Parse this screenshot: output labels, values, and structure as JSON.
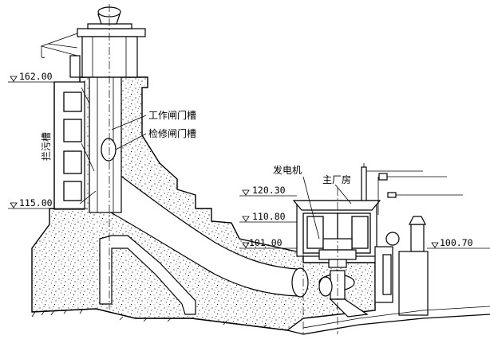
{
  "labels": {
    "work_gate_slot": "工作闸门槽",
    "repair_gate_slot": "检修闸门槽",
    "trash_rack": "拦污槽",
    "generator": "发电机",
    "main_powerhouse": "主厂房"
  },
  "elevations": {
    "crest": "162.00",
    "intake": "115.00",
    "powerhouse_roof": "120.30",
    "crane": "110.80",
    "floor": "101.00",
    "tailwater": "100.70"
  }
}
